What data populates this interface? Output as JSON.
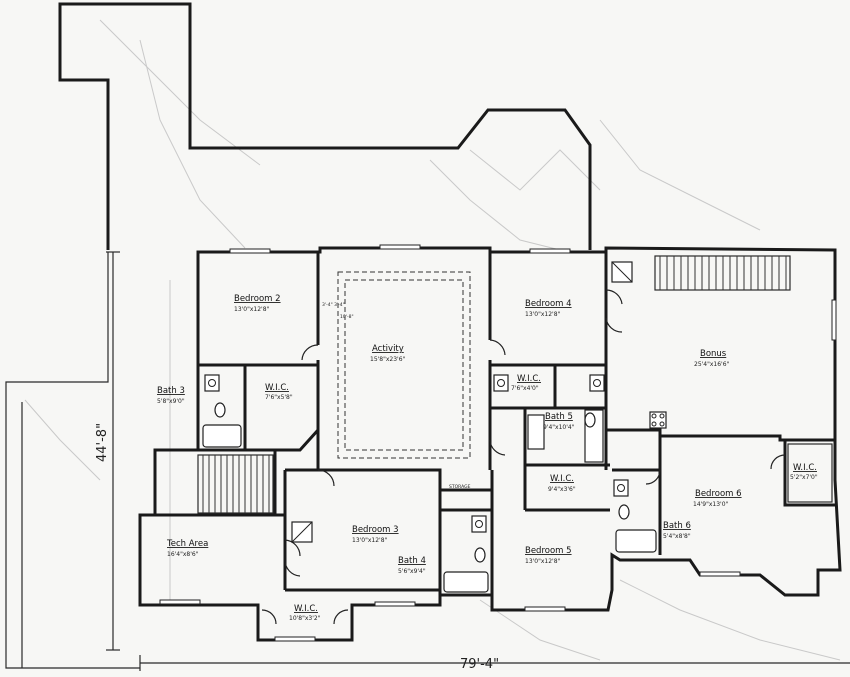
{
  "dimensions": {
    "overall_width": "79'-4\"",
    "overall_depth": "44'-8\""
  },
  "rooms": {
    "bedroom2": {
      "name": "Bedroom 2",
      "dim": "13'0\"x12'8\""
    },
    "activity": {
      "name": "Activity",
      "dim": "15'8\"x23'6\""
    },
    "bedroom4": {
      "name": "Bedroom 4",
      "dim": "13'0\"x12'8\""
    },
    "bonus": {
      "name": "Bonus",
      "dim": "25'4\"x16'6\""
    },
    "bath3": {
      "name": "Bath 3",
      "dim": "5'8\"x9'0\""
    },
    "wic_bed2": {
      "name": "W.I.C.",
      "dim": "7'6\"x5'8\""
    },
    "wic_bed4": {
      "name": "W.I.C.",
      "dim": "7'6\"x4'0\""
    },
    "bath5": {
      "name": "Bath 5",
      "dim": "9'4\"x10'4\""
    },
    "wic_bath5": {
      "name": "W.I.C.",
      "dim": "9'4\"x3'6\""
    },
    "storage": {
      "name": "STORAGE"
    },
    "wic_bed6": {
      "name": "W.I.C.",
      "dim": "5'2\"x7'0\""
    },
    "bedroom6": {
      "name": "Bedroom 6",
      "dim": "14'9\"x13'0\""
    },
    "bath6": {
      "name": "Bath 6",
      "dim": "5'4\"x8'8\""
    },
    "tech_area": {
      "name": "Tech Area",
      "dim": "16'4\"x8'6\""
    },
    "bedroom3": {
      "name": "Bedroom 3",
      "dim": "13'0\"x12'8\""
    },
    "bath4": {
      "name": "Bath 4",
      "dim": "5'6\"x9'4\""
    },
    "bedroom5": {
      "name": "Bedroom 5",
      "dim": "13'0\"x12'8\""
    },
    "wic_bed3": {
      "name": "W.I.C.",
      "dim": "10'8\"x3'2\""
    }
  },
  "activity_ceiling_note": {
    "a": "3'-4\" 3'-4\"",
    "b": "10'-8\""
  }
}
